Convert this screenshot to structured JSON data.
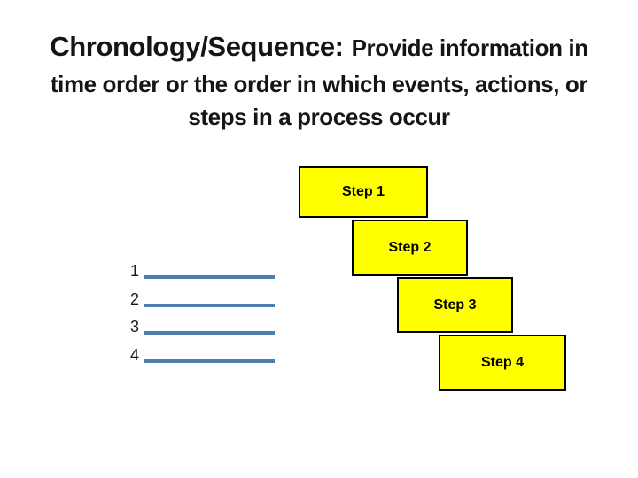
{
  "title": {
    "lead": "Chronology/Sequence:",
    "line1_rest": "Provide information in",
    "line2": "time order or the order in which events, actions, or",
    "line3": "steps in a process occur"
  },
  "list": {
    "items": [
      {
        "number": "1"
      },
      {
        "number": "2"
      },
      {
        "number": "3"
      },
      {
        "number": "4"
      }
    ]
  },
  "steps": [
    {
      "label": "Step 1"
    },
    {
      "label": "Step 2"
    },
    {
      "label": "Step 3"
    },
    {
      "label": "Step 4"
    }
  ],
  "colors": {
    "background": "#FFFFFF",
    "title_text": "#151515",
    "number_text": "#1A1A1A",
    "underline": "#4F7DB0",
    "step_fill": "#FFFF00",
    "step_border": "#000000",
    "step_text": "#000000"
  }
}
